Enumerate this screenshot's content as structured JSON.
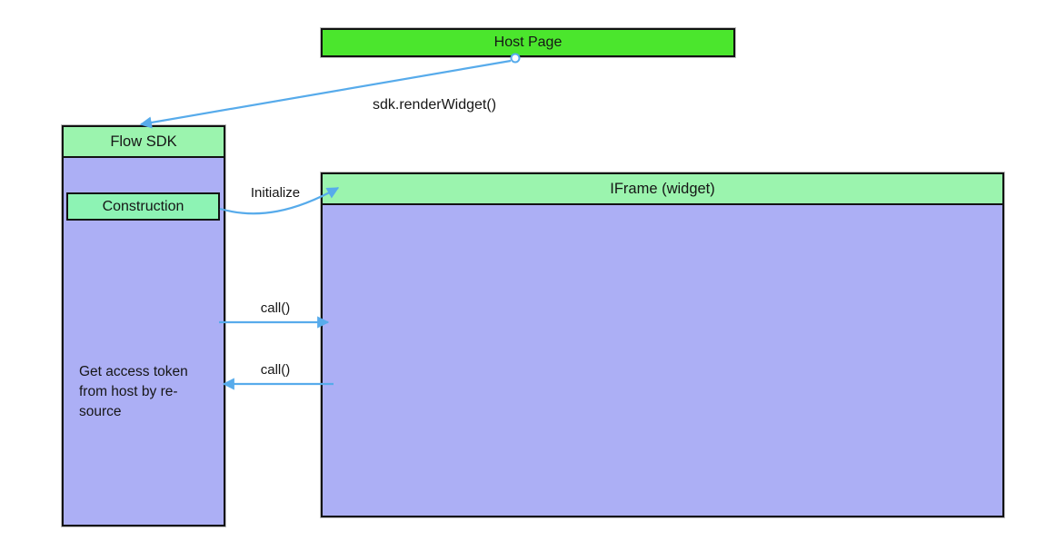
{
  "host_page": {
    "label": "Host Page"
  },
  "flow_sdk": {
    "header": "Flow SDK",
    "construction": "Construction",
    "note_lines": [
      "Get access token",
      "from host by re-",
      "source"
    ]
  },
  "iframe_widget": {
    "header": "IFrame (widget)"
  },
  "labels": {
    "render_widget": "sdk.renderWidget()",
    "initialize": "Initialize",
    "call_down": "call()",
    "call_up": "call()"
  },
  "colors": {
    "bright_green": "#4BE62D",
    "mint_green": "#9BF4AE",
    "construction_green": "#8DF3B4",
    "lavender": "#ACAFF5",
    "arrow_blue": "#57ABEB",
    "border_black": "#121212"
  }
}
